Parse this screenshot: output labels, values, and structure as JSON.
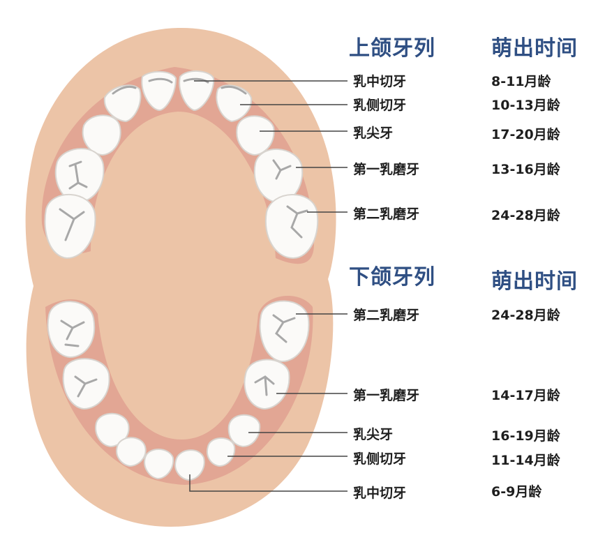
{
  "upper": {
    "heading": "上颌牙列",
    "time_heading": "萌出时间",
    "teeth": [
      {
        "name": "乳中切牙",
        "age": "8-11月龄"
      },
      {
        "name": "乳侧切牙",
        "age": "10-13月龄"
      },
      {
        "name": "乳尖牙",
        "age": "17-20月龄"
      },
      {
        "name": "第一乳磨牙",
        "age": "13-16月龄"
      },
      {
        "name": "第二乳磨牙",
        "age": "24-28月龄"
      }
    ]
  },
  "lower": {
    "heading": "下颌牙列",
    "time_heading": "萌出时间",
    "teeth": [
      {
        "name": "第二乳磨牙",
        "age": "24-28月龄"
      },
      {
        "name": "第一乳磨牙",
        "age": "14-17月龄"
      },
      {
        "name": "乳尖牙",
        "age": "16-19月龄"
      },
      {
        "name": "乳侧切牙",
        "age": "11-14月龄"
      },
      {
        "name": "乳中切牙",
        "age": "6-9月龄"
      }
    ]
  },
  "colors": {
    "mouth": "#ecc4a7",
    "gum": "#e2a694",
    "tooth": "#fbfaf8",
    "tooth_outline": "#d8d4cf",
    "groove": "#a8a8a8",
    "heading": "#2f4f83",
    "leader_line": "#444444"
  }
}
